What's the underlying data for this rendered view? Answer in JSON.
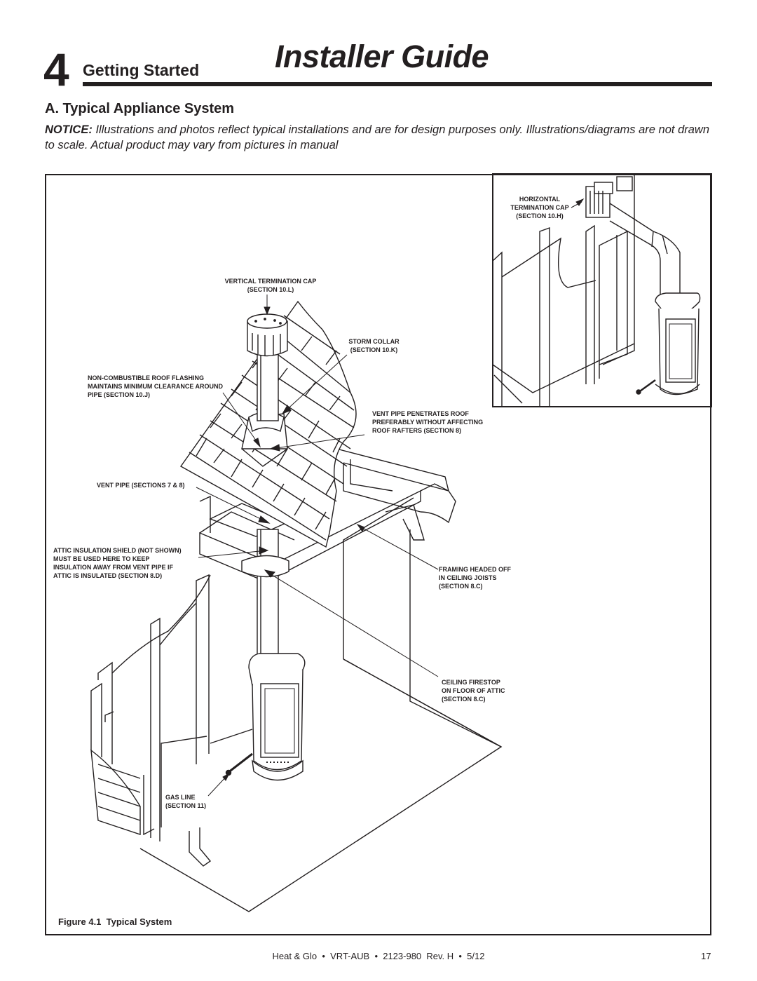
{
  "header": {
    "chapter_number": "4",
    "chapter_title": "Getting Started",
    "guide_title": "Installer Guide"
  },
  "section": {
    "heading": "A. Typical Appliance System",
    "notice_label": "NOTICE:",
    "notice_text": "Illustrations and photos reflect typical installations and are for design purposes only. Illustrations/diagrams are not drawn to scale. Actual product may vary from pictures in manual"
  },
  "figure": {
    "caption_label": "Figure 4.1",
    "caption_title": "Typical System",
    "callouts": {
      "horizontal_cap": [
        "HORIZONTAL",
        "TERMINATION CAP",
        "(SECTION 10.H)"
      ],
      "vertical_cap": [
        "VERTICAL TERMINATION CAP",
        "(SECTION 10.L)"
      ],
      "storm_collar": [
        "STORM COLLAR",
        "(SECTION 10.K)"
      ],
      "roof_flashing": [
        "NON-COMBUSTIBLE ROOF FLASHING",
        "MAINTAINS MINIMUM CLEARANCE AROUND",
        "PIPE (SECTION 10.J)"
      ],
      "vent_penetrates": [
        "VENT PIPE PENETRATES ROOF",
        "PREFERABLY WITHOUT AFFECTING",
        "ROOF RAFTERS (SECTION 8)"
      ],
      "vent_pipe": [
        "VENT PIPE (SECTIONS 7 & 8)"
      ],
      "attic_shield": [
        "ATTIC INSULATION SHIELD (NOT SHOWN)",
        "MUST BE USED HERE TO KEEP",
        "INSULATION AWAY FROM VENT PIPE IF",
        "ATTIC IS INSULATED (SECTION 8.D)"
      ],
      "framing": [
        "FRAMING HEADED OFF",
        "IN CEILING JOISTS",
        "(SECTION 8.C)"
      ],
      "firestop": [
        "CEILING FIRESTOP",
        "ON FLOOR OF ATTIC",
        "(SECTION 8.C)"
      ],
      "gas_line": [
        "GAS LINE",
        "(SECTION 11)"
      ]
    }
  },
  "footer": {
    "text": "Heat & Glo  •  VRT-AUB  •  2123-980  Rev. H  •  5/12",
    "page_number": "17"
  }
}
